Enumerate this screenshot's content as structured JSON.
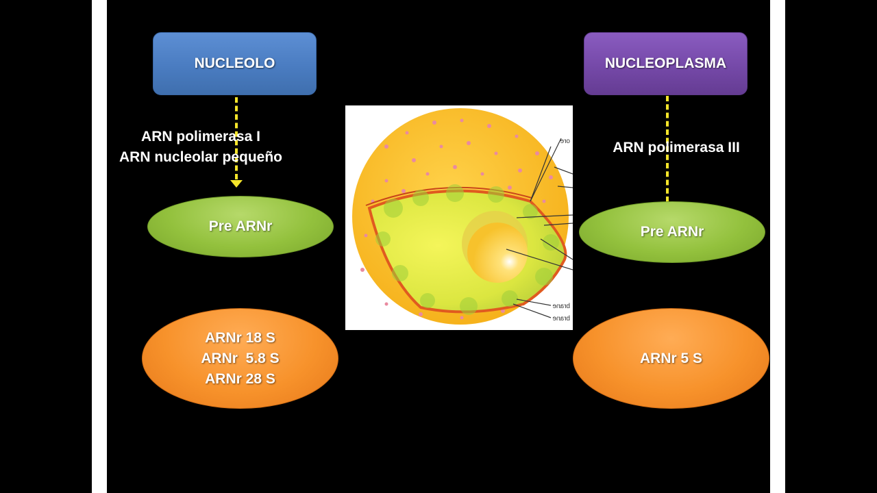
{
  "left": {
    "header": "NUCLEOLO",
    "enzymes": [
      "ARN polimerasa I",
      "ARN nucleolar pequeño"
    ],
    "precursor": "Pre ARNr",
    "products": [
      "ARNr 18 S",
      "ARNr  5.8 S",
      "ARNr 28 S"
    ]
  },
  "right": {
    "header": "NUCLEOPLASMA",
    "enzymes": [
      "ARN polimerasa III"
    ],
    "precursor": "Pre ARNr",
    "products": [
      "ARNr 5 S"
    ]
  },
  "image": {
    "label_fragments": [
      "ore",
      "brane",
      "brane"
    ]
  },
  "colors": {
    "nucleolo_box": "#4a7cc1",
    "nucleoplasma_box": "#7549a8",
    "precursor_ellipse": "#93c13d",
    "product_ellipse": "#f7922b",
    "dashed_arrow": "#f5e52a"
  }
}
